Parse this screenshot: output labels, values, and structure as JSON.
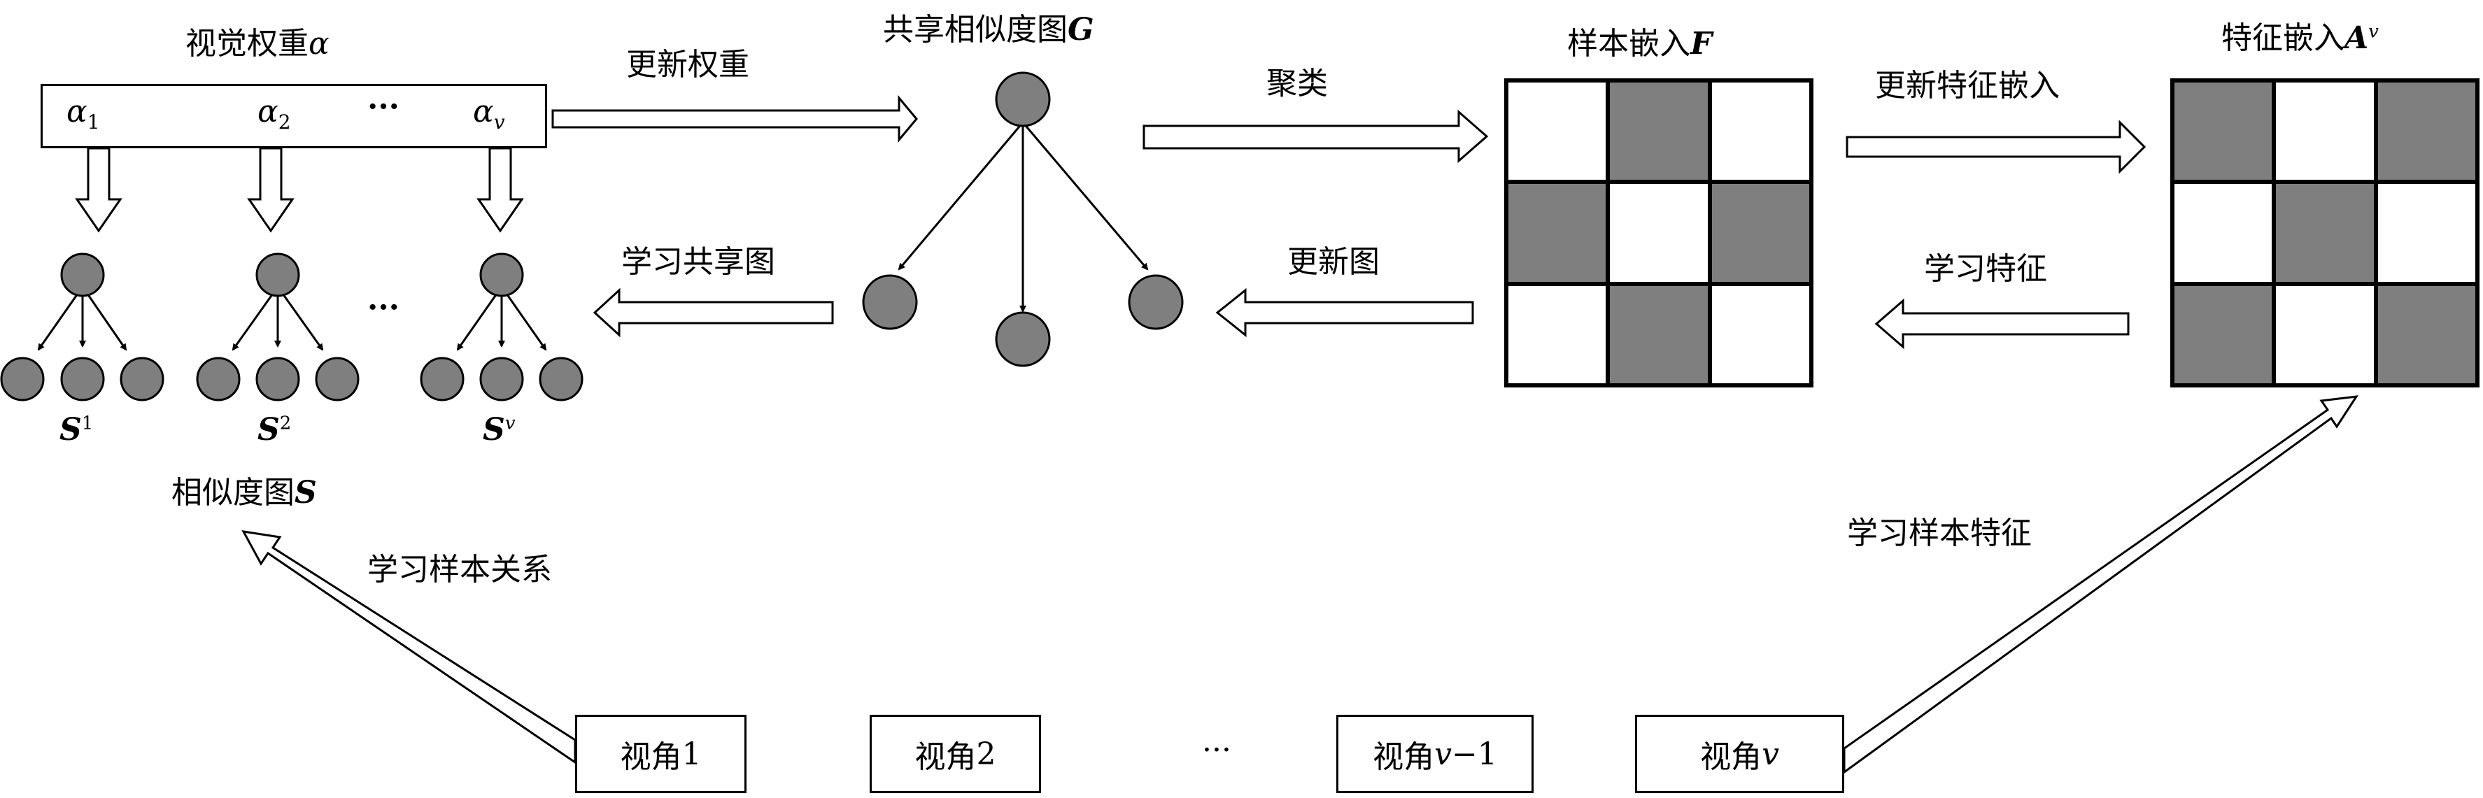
{
  "view_weight": {
    "title": "视觉权重",
    "title_symbol": "α",
    "alpha_items": [
      {
        "sym": "α",
        "sub": "1"
      },
      {
        "sym": "α",
        "sub": "2"
      },
      {
        "sym": "α",
        "sub": "v"
      }
    ],
    "ellipsis": "···"
  },
  "similarity_graphs": {
    "items": [
      {
        "sym": "S",
        "sup": "1"
      },
      {
        "sym": "S",
        "sup": "2"
      },
      {
        "sym": "S",
        "sup": "v"
      }
    ],
    "ellipsis": "···",
    "caption": "相似度图",
    "caption_symbol": "S"
  },
  "shared_graph": {
    "title": "共享相似度图",
    "symbol": "G"
  },
  "sample_embedding": {
    "title": "样本嵌入",
    "symbol": "F",
    "pattern": [
      [
        0,
        1,
        0
      ],
      [
        1,
        0,
        1
      ],
      [
        0,
        1,
        0
      ]
    ]
  },
  "feature_embedding": {
    "title": "特征嵌入",
    "symbol": "A",
    "symbol_sup": "v",
    "pattern": [
      [
        1,
        0,
        1
      ],
      [
        0,
        1,
        0
      ],
      [
        1,
        0,
        1
      ]
    ]
  },
  "arrows": {
    "update_weight": "更新权重",
    "cluster": "聚类",
    "update_feature_embedding": "更新特征嵌入",
    "learn_shared_graph": "学习共享图",
    "update_graph": "更新图",
    "learn_feature": "学习特征",
    "learn_sample_relation": "学习样本关系",
    "learn_sample_feature": "学习样本特征"
  },
  "views": {
    "items": [
      {
        "prefix": "视角",
        "val": "1",
        "italic": false,
        "suffix": ""
      },
      {
        "prefix": "视角",
        "val": "2",
        "italic": false,
        "suffix": ""
      },
      {
        "prefix": "视角",
        "val": "v",
        "italic": true,
        "suffix": "−1"
      },
      {
        "prefix": "视角",
        "val": "v",
        "italic": true,
        "suffix": ""
      }
    ],
    "ellipsis": "···"
  },
  "colors": {
    "node_fill": "#7f7f7f",
    "stroke": "#000000",
    "cell_fill": "#7f7f7f"
  }
}
